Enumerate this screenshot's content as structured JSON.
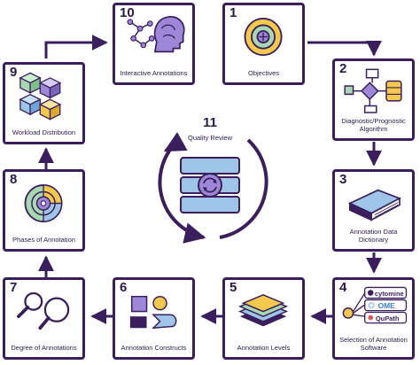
{
  "steps": [
    {
      "number": "1",
      "label": "Objectives"
    },
    {
      "number": "2",
      "label": "Diagnostic/Prognostic Algorithm"
    },
    {
      "number": "3",
      "label": "Annotation Data Dictionary"
    },
    {
      "number": "4",
      "label": "Selection of Annotation Software"
    },
    {
      "number": "5",
      "label": "Annotation Levels"
    },
    {
      "number": "6",
      "label": "Annotation Constructs"
    },
    {
      "number": "7",
      "label": "Degree of Annotations"
    },
    {
      "number": "8",
      "label": "Phases of Annotation"
    },
    {
      "number": "9",
      "label": "Workload Distribution"
    },
    {
      "number": "10",
      "label": "Interactive Annotations"
    }
  ],
  "center": {
    "number": "11",
    "label": "Quality Review"
  },
  "software_logos": [
    "cytomine",
    "OME",
    "QuPath"
  ],
  "colors": {
    "border": "#3b1f5c",
    "accent_yellow": "#f2c94c",
    "accent_green": "#a8d8b0",
    "accent_blue": "#9ec5e8",
    "accent_purple": "#9c88d6"
  },
  "icons": [
    "target-icon",
    "flowchart-icon",
    "book-icon",
    "software-icon",
    "layers-icon",
    "shapes-icon",
    "magnifier-icon",
    "target-circle-icon",
    "cubes-icon",
    "brain-icon",
    "server-sync-icon"
  ]
}
